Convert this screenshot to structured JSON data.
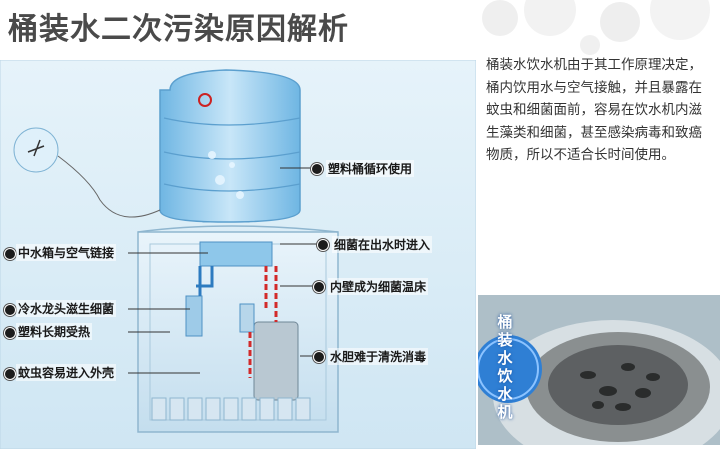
{
  "title": "桶装水二次污染原因解析",
  "labels": {
    "bucket_recycle": "塑料桶循环使用",
    "tank_air": "中水箱与空气链接",
    "bacteria_outlet": "细菌在出水时进入",
    "cold_tap": "冷水龙头滋生细菌",
    "inner_wall": "内壁成为细菌温床",
    "plastic_heat": "塑料长期受热",
    "liner_clean": "水胆难于清洗消毒",
    "insects": "蚊虫容易进入外壳"
  },
  "description": "桶装水饮水机由于其工作原理决定，桶内饮用水与空气接触，并且暴露在蚊虫和细菌面前，容易在饮水机内滋生藻类和细菌，甚至感染病毒和致癌物质，所以不适合长时间使用。",
  "photo_caption": "桶装水饮水机",
  "colors": {
    "diagram_bg": "#cfe6f3",
    "water_blue": "#8ec7ea",
    "pipe_red": "#d22a2a",
    "title_text": "#4a4a4a"
  }
}
